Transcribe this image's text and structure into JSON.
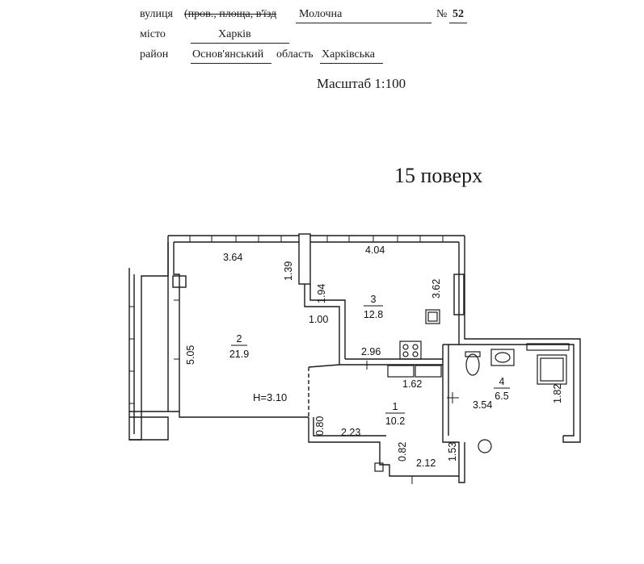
{
  "header": {
    "street_label": "вулиця",
    "street_struck": "(пров., площа, в'їзд",
    "street_value": "Молочна",
    "number_label": "№",
    "number_value": "52",
    "city_label": "місто",
    "city_value": "Харків",
    "district_label": "район",
    "district_value": "Основ'янський",
    "region_label": "область",
    "region_value": "Харківська"
  },
  "scale_text": "Масштаб 1:100",
  "floor_title": "15 поверх",
  "plan": {
    "height_label": "H=3.10",
    "rooms": [
      {
        "number": "2",
        "area": "21.9"
      },
      {
        "number": "3",
        "area": "12.8"
      },
      {
        "number": "1",
        "area": "10.2"
      },
      {
        "number": "4",
        "area": "6.5"
      }
    ],
    "dimensions": {
      "d_3_64": "3.64",
      "d_4_04": "4.04",
      "d_1_39": "1.39",
      "d_1_94": "1.94",
      "d_3_62": "3.62",
      "d_1_00": "1.00",
      "d_5_05": "5.05",
      "d_2_96": "2.96",
      "d_1_62": "1.62",
      "d_3_54": "3.54",
      "d_1_82": "1.82",
      "d_0_80": "0.80",
      "d_2_23": "2.23",
      "d_0_82": "0.82",
      "d_2_12": "2.12",
      "d_1_53": "1.53"
    }
  }
}
